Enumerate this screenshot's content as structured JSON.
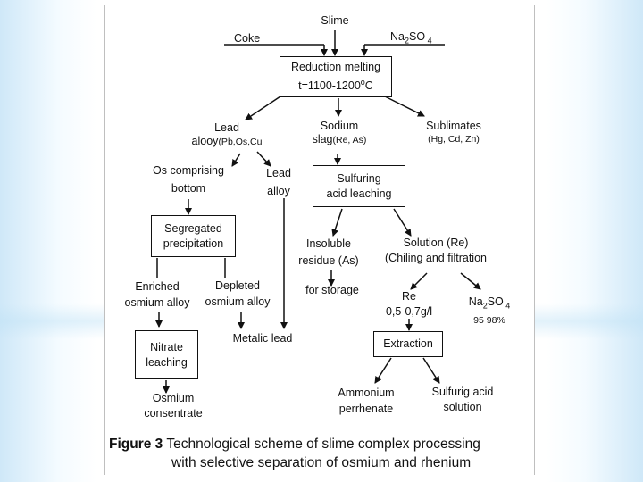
{
  "diagram": {
    "inputs": {
      "slime": "Slime",
      "coke": "Coke",
      "sodium_sulfate": {
        "main": "Na",
        "sub": "2",
        "rest": "SO",
        "sub2": " 4"
      }
    },
    "reduction_box": {
      "line1": "Reduction melting",
      "line2_pre": "t=1100-1200",
      "line2_sup": "o",
      "line2_post": "C"
    },
    "lead_alloy_1": {
      "line1": "Lead",
      "line2_main": "alooy",
      "line2_sub": "(Pb,Os,Cu"
    },
    "sodium_slag": {
      "line1": "Sodium",
      "line2_main": "slag",
      "line2_sub": "(Re, As)"
    },
    "sublimates": {
      "line1": "Sublimates",
      "line2": "(Hg, Cd, Zn)"
    },
    "os_bottom": {
      "line1": "Os comprising",
      "line2": "bottom"
    },
    "lead_alloy_2": {
      "line1": "Lead",
      "line2": "alloy"
    },
    "sulfuring_box": {
      "line1": "Sulfuring",
      "line2": "acid leaching"
    },
    "segregated_box": {
      "line1": "Segregated",
      "line2": "precipitation"
    },
    "insoluble": {
      "line1": "Insoluble",
      "line2": "residue (As)"
    },
    "solution": {
      "line1": "Solution (Re)",
      "line2": "(Chiling and filtration"
    },
    "enriched": {
      "line1": "Enriched",
      "line2": "osmium alloy"
    },
    "depleted": {
      "line1": "Depleted",
      "line2": "osmium alloy"
    },
    "for_storage": "for storage",
    "re_conc": {
      "line1": "Re",
      "line2": "0,5-0,7g/l"
    },
    "na2so4_out": {
      "main": "Na",
      "sub": "2",
      "rest": "SO",
      "sub2": " 4",
      "line2": "95 98%"
    },
    "nitrate_box": {
      "line1": "Nitrate",
      "line2": "leaching"
    },
    "metalic_lead": "Metalic lead",
    "extraction_box": "Extraction",
    "osmium": {
      "line1": "Osmium",
      "line2": "consentrate"
    },
    "ammonium": {
      "line1": "Ammonium",
      "line2": "perrhenate"
    },
    "sulfuric": {
      "line1": "Sulfurig acid",
      "line2": "solution"
    }
  },
  "caption": {
    "label": "Figure 3",
    "text1": " Technological scheme of slime complex processing",
    "text2": "with selective separation of osmium and rhenium"
  },
  "colors": {
    "ink": "#111111",
    "panel": "#ffffff",
    "side_glow": "#cfe8f8"
  }
}
